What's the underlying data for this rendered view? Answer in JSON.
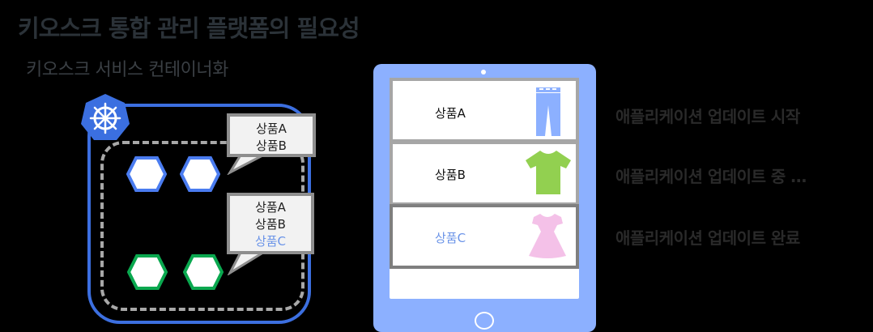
{
  "header": {
    "title": "키오스크 통합 관리 플랫폼의 필요성",
    "subtitle": "키오스크 서비스 컨테이너화"
  },
  "cluster": {
    "icon": "kubernetes-helm-icon",
    "colors": {
      "outer_border": "#3c6fe0",
      "inner_dashed": "#a8a8a8",
      "pod_old": "#4a7cf0",
      "pod_new": "#0aa84f"
    },
    "bubbles": [
      {
        "lines": [
          "상품A",
          "상품B"
        ]
      },
      {
        "lines": [
          "상품A",
          "상품B",
          "상품C"
        ],
        "highlight_index": 2
      }
    ]
  },
  "tablet": {
    "color": "#8cb0ff",
    "items": [
      {
        "label": "상품A",
        "icon": "pants-icon",
        "icon_color": "#8cb0ff"
      },
      {
        "label": "상품B",
        "icon": "tshirt-icon",
        "icon_color": "#92d050"
      },
      {
        "label": "상품C",
        "icon": "dress-icon",
        "icon_color": "#f4c1e8",
        "selected": true
      }
    ]
  },
  "statuses": [
    "애플리케이션 업데이트 시작",
    "애플리케이션 업데이트 중 …",
    "애플리케이션 업데이트 완료"
  ]
}
